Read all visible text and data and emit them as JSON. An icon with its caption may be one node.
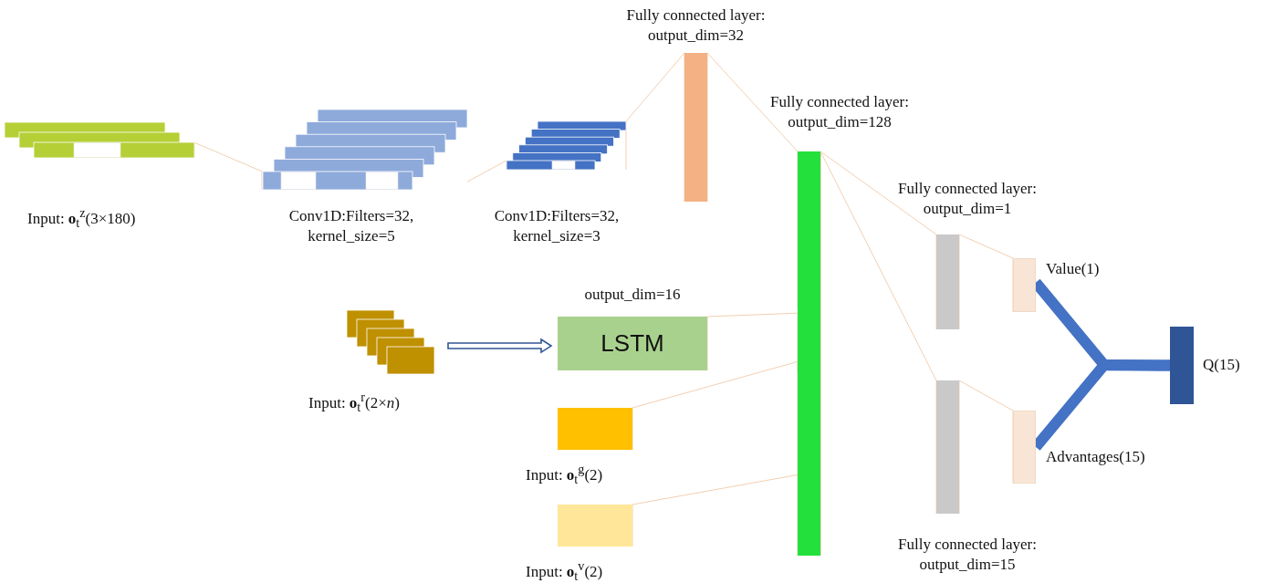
{
  "diagram": {
    "nodes": [
      {
        "text": [
          "Input: **o**$_{t}$$^{z}$(3×180)"
        ]
      },
      {
        "text": [
          "Conv1D:Filters=32, kernel_size=5"
        ]
      },
      {
        "text": [
          "Conv1D:Filters=32, kernel_size=3"
        ]
      },
      {
        "text": [
          "Fully connected layer: output_dim=32"
        ]
      },
      {
        "text": [
          "Input: **o**$_{t}$$^{r}$(2×*n*)"
        ]
      },
      {
        "text": [
          "output_dim=16",
          "LSTM"
        ]
      },
      {
        "text": [
          "Input: **o**$_{t}$$^{g}$(2)"
        ]
      },
      {
        "text": [
          "Input: **o**$_{t}$$^{v}$(2)"
        ]
      },
      {
        "text": [
          "Fully connected layer: output_dim=128"
        ]
      },
      {
        "text": [
          "Fully connected layer: output_dim=1"
        ]
      },
      {
        "text": [
          "Fully connected layer: output_dim=15"
        ]
      },
      {
        "text": [
          "Value(1)"
        ]
      },
      {
        "text": [
          "Advantages(15)"
        ]
      },
      {
        "text": [
          "Q(15)"
        ]
      }
    ],
    "edges": [
      {
        "from": 0,
        "to": 1,
        "arrow": "none"
      },
      {
        "from": 1,
        "to": 2,
        "arrow": "none"
      },
      {
        "from": 2,
        "to": 3,
        "arrow": "none"
      },
      {
        "from": 3,
        "to": 8,
        "arrow": "none"
      },
      {
        "from": 4,
        "to": 5,
        "arrow": "to",
        "color": "#2f5597"
      },
      {
        "from": 5,
        "to": 8,
        "arrow": "none"
      },
      {
        "from": 6,
        "to": 8,
        "arrow": "none"
      },
      {
        "from": 7,
        "to": 8,
        "arrow": "none"
      },
      {
        "from": 8,
        "to": 9,
        "arrow": "none"
      },
      {
        "from": 8,
        "to": 10,
        "arrow": "none"
      },
      {
        "from": 9,
        "to": 11,
        "arrow": "none"
      },
      {
        "from": 10,
        "to": 12,
        "arrow": "none"
      },
      {
        "from": 11,
        "to": 13,
        "arrow": "none",
        "style": "thick",
        "color": "#4472c4"
      },
      {
        "from": 12,
        "to": 13,
        "arrow": "none",
        "style": "thick",
        "color": "#4472c4"
      }
    ]
  }
}
